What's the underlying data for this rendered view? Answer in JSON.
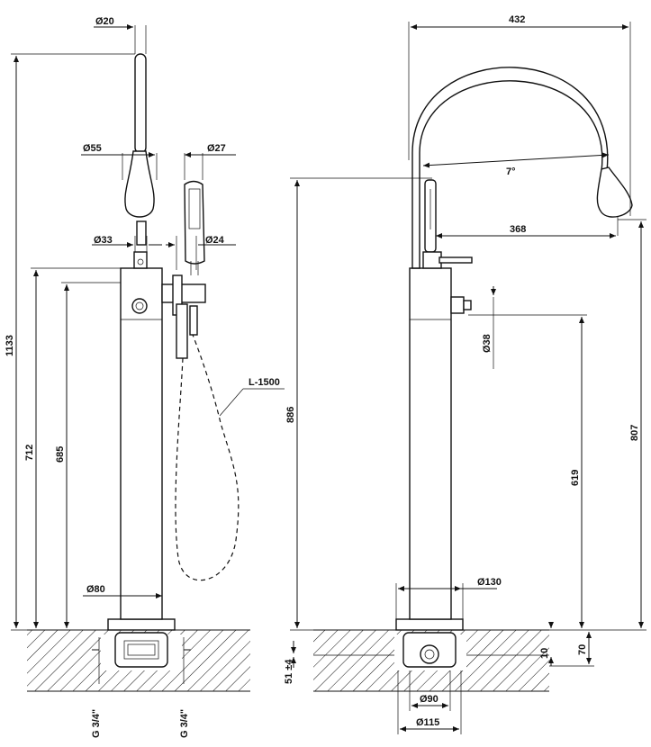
{
  "left_view": {
    "dims": {
      "d20": "Ø20",
      "d55": "Ø55",
      "d27": "Ø27",
      "d33": "Ø33",
      "d24": "Ø24",
      "h1133": "1133",
      "h712": "712",
      "h685": "685",
      "d80": "Ø80",
      "hose": "L-1500",
      "g34_left": "G 3/4\"",
      "g34_right": "G 3/4\""
    }
  },
  "right_view": {
    "dims": {
      "w432": "432",
      "angle7": "7°",
      "w368": "368",
      "h886": "886",
      "d38": "Ø38",
      "h807": "807",
      "h619": "619",
      "d130": "Ø130",
      "t51": "51 ±4",
      "t10": "10",
      "t70": "70",
      "d90": "Ø90",
      "d115": "Ø115"
    }
  }
}
